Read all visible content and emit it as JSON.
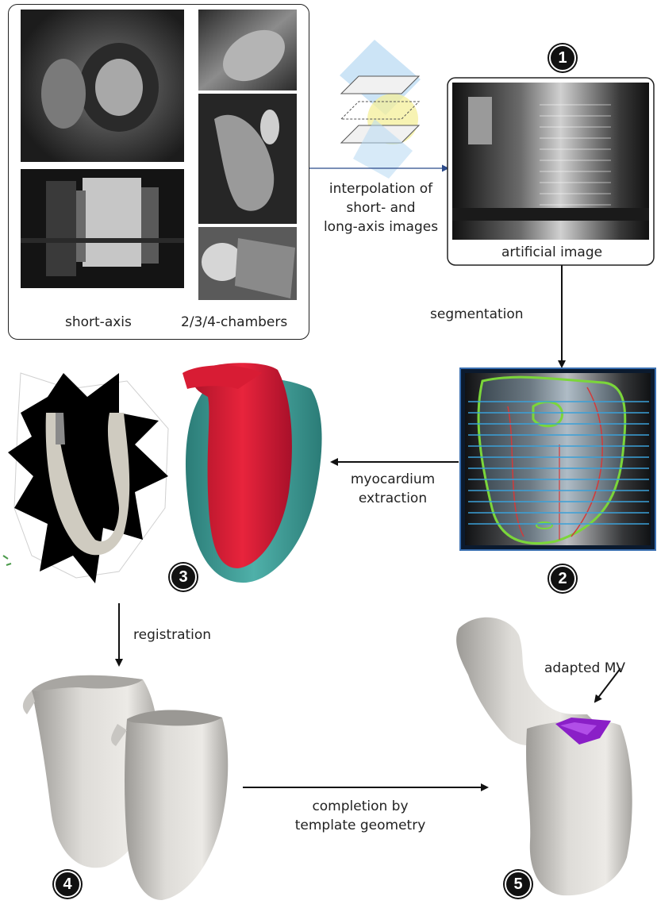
{
  "labels": {
    "short_axis": "short-axis",
    "chambers": "2/3/4-chambers",
    "interpolation_line1": "interpolation of",
    "interpolation_line2": "short- and",
    "interpolation_line3": "long-axis images",
    "artificial_image": "artificial image",
    "segmentation": "segmentation",
    "myocardium_line1": "myocardium",
    "myocardium_line2": "extraction",
    "registration": "registration",
    "completion_line1": "completion by",
    "completion_line2": "template geometry",
    "adapted_mv": "adapted MV"
  },
  "steps": [
    "1",
    "2",
    "3",
    "4",
    "5"
  ],
  "colors": {
    "arrow": "#111111",
    "link_arrow": "#2b4a8a",
    "lv_red": "#e8243c",
    "myocardium_teal": "#3c9a94",
    "mesh_gray": "#d6d4cf",
    "mitral_purple": "#8a1fc7",
    "segmentation_green": "#7bd63a",
    "segmentation_blue": "#3aa0d8"
  }
}
